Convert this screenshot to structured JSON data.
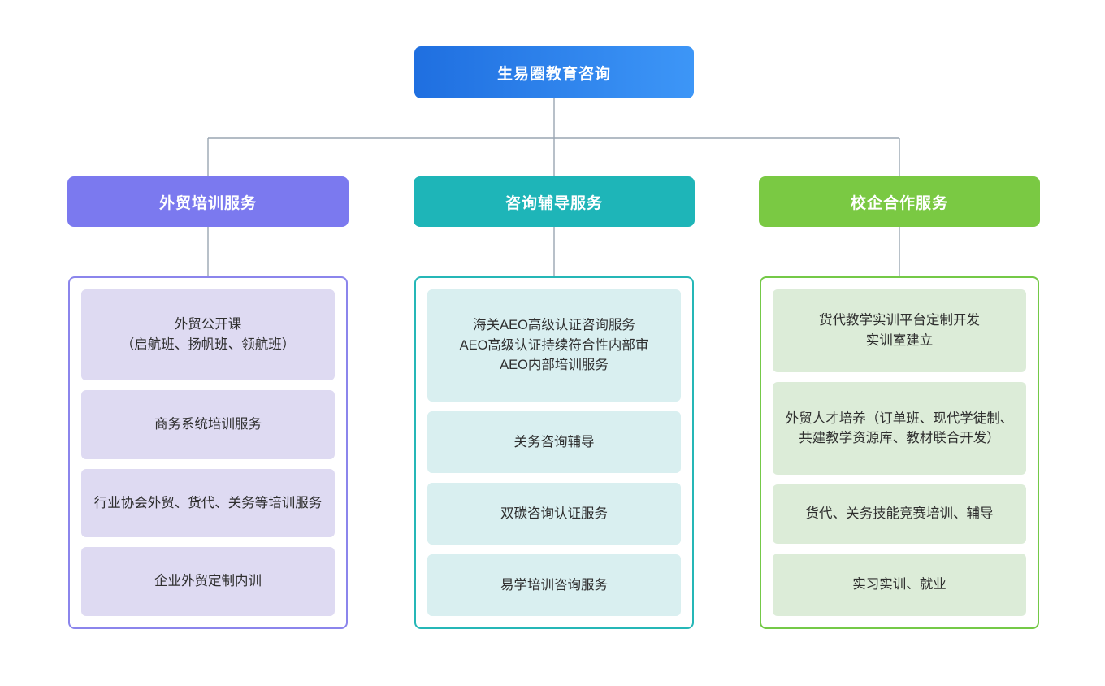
{
  "diagram": {
    "type": "organization-chart",
    "background_color": "#ffffff",
    "connector_color": "#9aa6b2",
    "root": {
      "label": "生易圈教育咨询",
      "gradient_from": "#1f6fe0",
      "gradient_to": "#3d96f7",
      "text_color": "#ffffff"
    },
    "branches": [
      {
        "header_label": "外贸培训服务",
        "header_color": "#7b79ef",
        "box_border_color": "#8b85ec",
        "card_color": "#dedaf2",
        "items": [
          "外贸公开课\n（启航班、扬帆班、领航班）",
          "商务系统培训服务",
          "行业协会外贸、货代、关务等培训服务",
          "企业外贸定制内训"
        ]
      },
      {
        "header_label": "咨询辅导服务",
        "header_color": "#1eb5b8",
        "box_border_color": "#25b7b7",
        "card_color": "#d9eff0",
        "items": [
          "海关AEO高级认证咨询服务\nAEO高级认证持续符合性内部审\nAEO内部培训服务",
          "关务咨询辅导",
          "双碳咨询认证服务",
          "易学培训咨询服务"
        ]
      },
      {
        "header_label": "校企合作服务",
        "header_color": "#7ac943",
        "box_border_color": "#74c947",
        "card_color": "#dcecd8",
        "items": [
          "货代教学实训平台定制开发\n实训室建立",
          "外贸人才培养（订单班、现代学徒制、共建教学资源库、教材联合开发）",
          "货代、关务技能竞赛培训、辅导",
          "实习实训、就业"
        ]
      }
    ]
  }
}
